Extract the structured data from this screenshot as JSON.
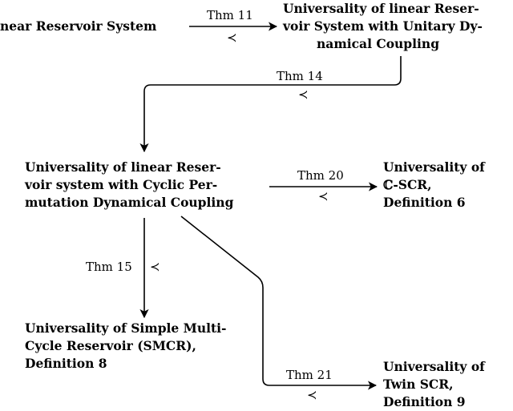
{
  "nodes": {
    "linear": {
      "lines": [
        "near Reservoir System"
      ]
    },
    "unitary": {
      "lines": [
        "Universality of linear Reser-",
        "voir System with Unitary Dy-",
        "namical Coupling"
      ]
    },
    "cyclic": {
      "lines": [
        "Universality of linear Reser-",
        "voir system with Cyclic Per-",
        "mutation Dynamical Coupling"
      ]
    },
    "cscr": {
      "lines": [
        "Universality of",
        "ℂ-SCR,",
        "Definition 6"
      ]
    },
    "smcr": {
      "lines": [
        "Universality of Simple Multi-",
        "Cycle Reservoir (SMCR),",
        "Definition 8"
      ]
    },
    "twin": {
      "lines": [
        "Universality of",
        "Twin SCR,",
        "Definition 9"
      ]
    }
  },
  "edges": {
    "e11": {
      "label": "Thm 11",
      "relation": "≺"
    },
    "e14": {
      "label": "Thm 14",
      "relation": "≺"
    },
    "e20": {
      "label": "Thm 20",
      "relation": "≺"
    },
    "e15": {
      "label": "Thm 15",
      "relation": "≺"
    },
    "e21": {
      "label": "Thm 21",
      "relation": "≺"
    }
  }
}
